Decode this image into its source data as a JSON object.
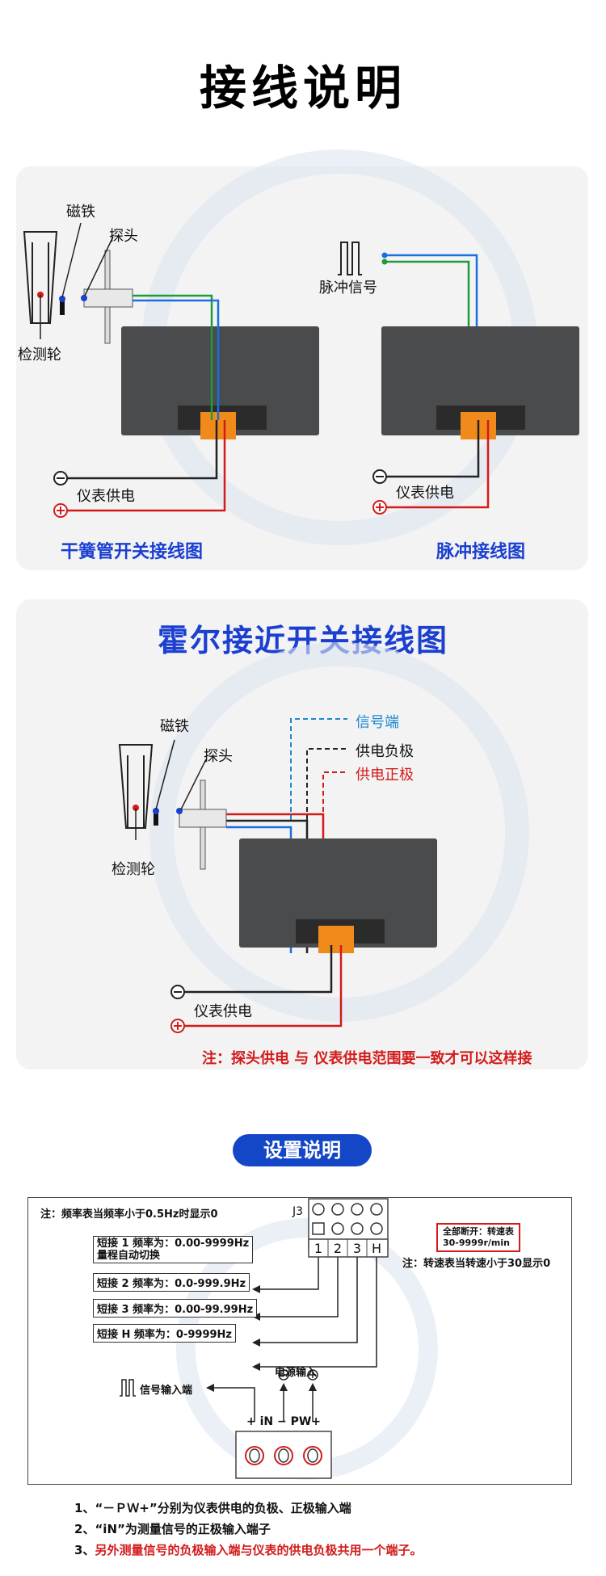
{
  "title": "接线说明",
  "panel1": {
    "left": {
      "magnet": "磁铁",
      "probe": "探头",
      "wheel": "检测轮",
      "power": "仪表供电",
      "heading": "干簧管开关接线图"
    },
    "right": {
      "pulse": "脉冲信号",
      "power": "仪表供电",
      "heading": "脉冲接线图"
    }
  },
  "panel2": {
    "heading": "霍尔接近开关接线图",
    "magnet": "磁铁",
    "probe": "探头",
    "wheel": "检测轮",
    "signal": "信号端",
    "neg": "供电负极",
    "pos": "供电正极",
    "power": "仪表供电",
    "note": "注：探头供电 与 仪表供电范围要一致才可以这样接"
  },
  "settings": {
    "pill": "设置说明",
    "note_top": "注：频率表当频率小于0.5Hz时显示0",
    "j3": "J3",
    "pins": [
      "1",
      "2",
      "3",
      "H"
    ],
    "short1_line1": "短接 1 频率为：0.00-9999Hz",
    "short1_line2": "量程自动切换",
    "short2": "短接 2 频率为：0.0-999.9Hz",
    "short3": "短接 3 频率为：0.00-99.99Hz",
    "shortH": "短接 H 频率为：0-9999Hz",
    "open_line1": "全部断开：转速表",
    "open_line2": "30-9999r/min",
    "note_right": "注：转速表当转速小于30显示0",
    "power_in": "电源输入",
    "signal_in": "信号输入端",
    "term_labels": "+ iN  − PW+",
    "notes": [
      {
        "num": "1、",
        "text": "“－ＰＷ+”分别为仪表供电的负极、正极输入端"
      },
      {
        "num": "2、",
        "text": "“iN”为测量信号的正极输入端子"
      },
      {
        "num": "3、",
        "text": "另外测量信号的负极输入端与仪表的供电负极共用一个端子。"
      }
    ]
  },
  "colors": {
    "blue": "#1a3fd1",
    "red": "#d31b1b",
    "panel": "#f3f3f3",
    "box": "#4a4b4d"
  }
}
